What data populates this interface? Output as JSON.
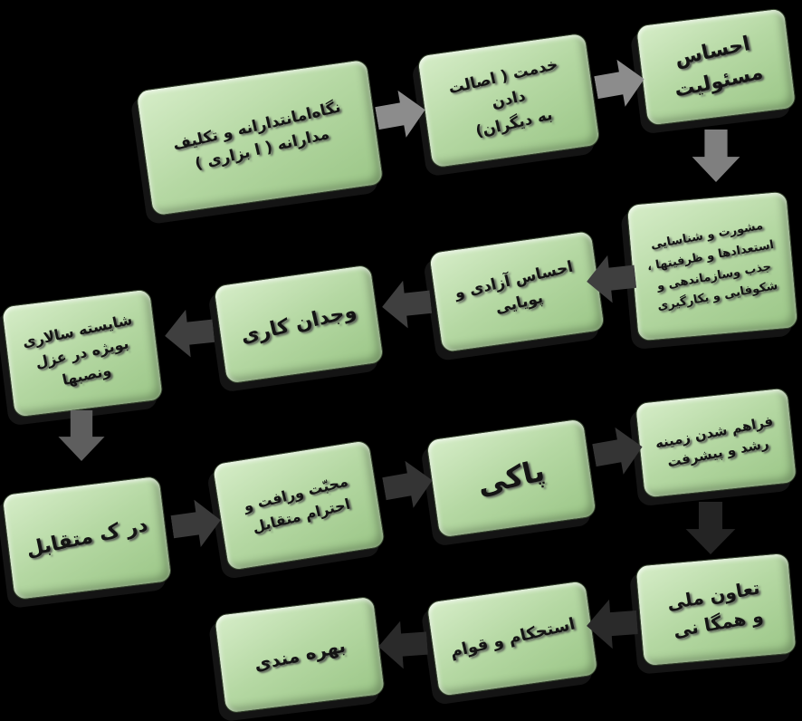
{
  "palette": {
    "canvas_bg": "#000000",
    "box_fill_top": "#d6edc8",
    "box_fill_mid": "#b5d8a3",
    "box_fill_bottom": "#9bc687",
    "box_text": "#141414",
    "arrow_gray": "#8c8c8c",
    "arrow_dark": "#3f3f3f",
    "arrow_darker": "#262626"
  },
  "nodes": [
    {
      "id": "amanat",
      "label": "نگاه‌امانتدارانه و تکلیف\nمدارانه ( ا بزاری )"
    },
    {
      "id": "khedmat",
      "label": "خدمت ( اصالت دادن\nبه دیگران)"
    },
    {
      "id": "masouliat",
      "label": "احساس\nمسئولیت"
    },
    {
      "id": "mashverat",
      "label": "مشورت  و  شناسایی\nاستعدادها و ظرفیتها ،\nجذب وسازماندهی و\nشکوفایی و بکارگیری"
    },
    {
      "id": "azadi",
      "label": "احساس آزادی و\nپویایی"
    },
    {
      "id": "vojdan",
      "label": "وجدان کاری"
    },
    {
      "id": "shayesteh",
      "label": "شایسته سالاری\nبویژه در عزل\nونصبها"
    },
    {
      "id": "dark",
      "label": "در ک متقابل"
    },
    {
      "id": "mohabbat",
      "label": "محبّت ورافت و\nاحترام متقابل"
    },
    {
      "id": "paki",
      "label": "پاکی"
    },
    {
      "id": "faraham",
      "label": "فراهم شدن زمینه\nرشد و پیشرفت"
    },
    {
      "id": "taavon",
      "label": "تعاون ملی\nو همگا نی"
    },
    {
      "id": "estehkam",
      "label": "استحکام و قوام"
    },
    {
      "id": "bahre",
      "label": "بهره مندی"
    }
  ],
  "arrows": [
    {
      "id": "arrow-amanat-khedmat",
      "direction": "right",
      "color": "#8c8c8c"
    },
    {
      "id": "arrow-khedmat-masouliat",
      "direction": "right",
      "color": "#8c8c8c"
    },
    {
      "id": "arrow-masouliat-mashverat",
      "direction": "down",
      "color": "#7f7f7f"
    },
    {
      "id": "arrow-mashverat-azadi",
      "direction": "left",
      "color": "#3f3f3f"
    },
    {
      "id": "arrow-azadi-vojdan",
      "direction": "left",
      "color": "#3f3f3f"
    },
    {
      "id": "arrow-vojdan-shayesteh",
      "direction": "left",
      "color": "#3f3f3f"
    },
    {
      "id": "arrow-shayesteh-dark",
      "direction": "down",
      "color": "#5e5e5e"
    },
    {
      "id": "arrow-dark-mohabbat",
      "direction": "right",
      "color": "#3a3a3a"
    },
    {
      "id": "arrow-mohabbat-paki",
      "direction": "right",
      "color": "#343434"
    },
    {
      "id": "arrow-paki-faraham",
      "direction": "right",
      "color": "#343434"
    },
    {
      "id": "arrow-faraham-taavon",
      "direction": "down",
      "color": "#242424"
    },
    {
      "id": "arrow-taavon-estehkam",
      "direction": "left",
      "color": "#2a2a2a"
    },
    {
      "id": "arrow-estehkam-bahre",
      "direction": "left",
      "color": "#2a2a2a"
    }
  ]
}
